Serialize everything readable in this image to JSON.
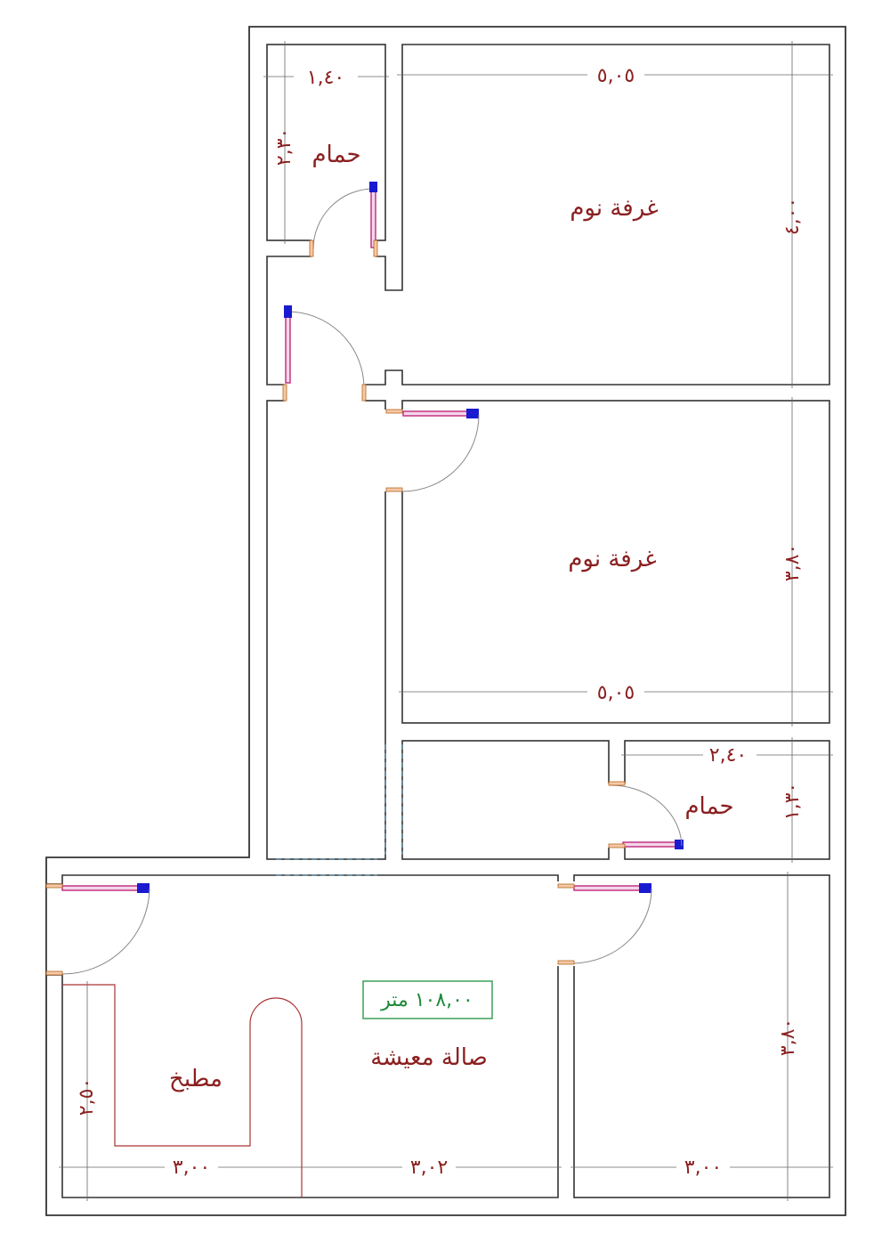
{
  "rooms": {
    "bathroom_top": {
      "label": "حمام",
      "width": "١,٤٠",
      "length": "٢,٣٠"
    },
    "bedroom_top": {
      "label": "غرفة نوم",
      "width": "٥,٠٥",
      "length": "٤,٠٠"
    },
    "bedroom_middle": {
      "label": "غرفة نوم",
      "width": "٥,٠٥",
      "length": "٣,٨٠"
    },
    "bathroom_middle": {
      "label": "حمام",
      "width": "٢,٤٠",
      "length": "١,٣٠"
    },
    "living": {
      "label": "صالة معيشة",
      "width": "٣,٠٢",
      "area": "١٠٨,٠٠ متر"
    },
    "kitchen": {
      "label": "مطبخ",
      "width": "٣,٠٠",
      "length": "٢,٥٠"
    },
    "room_bottom_right": {
      "width": "٣,٠٠",
      "length": "٣,٨٠"
    }
  },
  "colors": {
    "labels": "#8b1f1f",
    "area": "#1e8a3a",
    "door_leaf": "#c0287a",
    "hinge": "#1a1ad0"
  }
}
